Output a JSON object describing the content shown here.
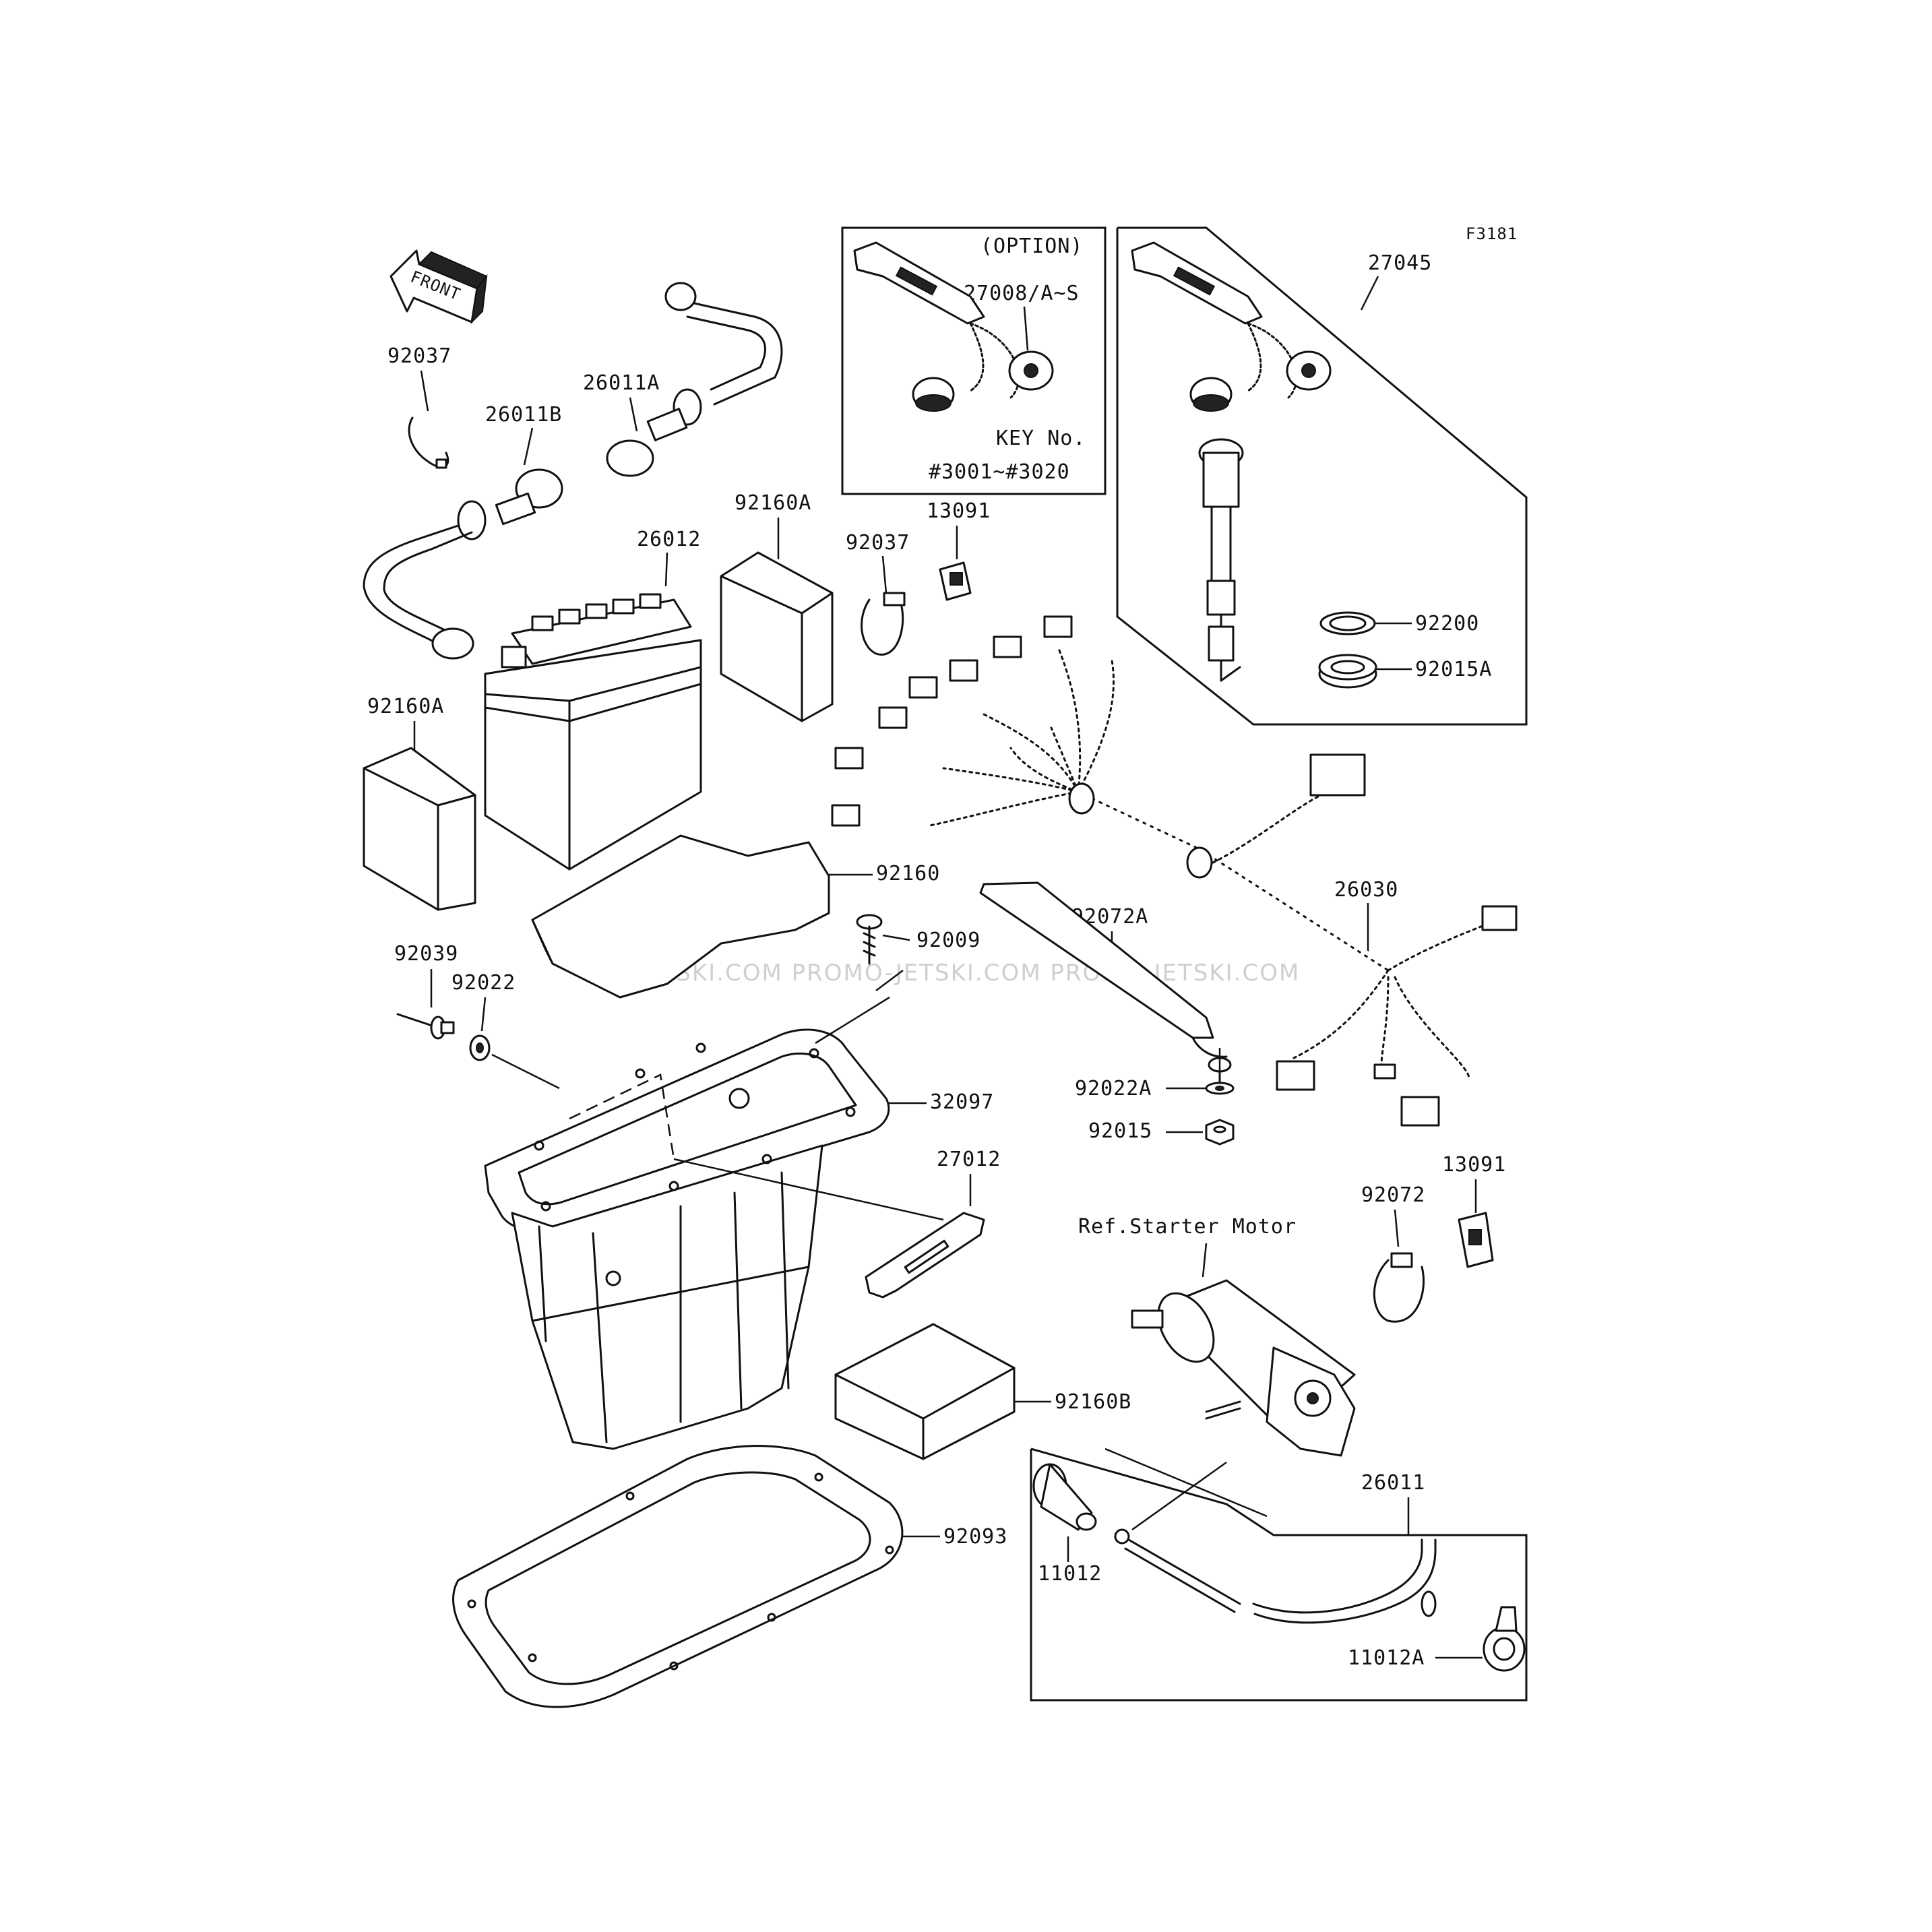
{
  "figure_code": "F3181",
  "front_arrow": "FRONT",
  "option_box": {
    "title": "(OPTION)",
    "part": "27008/A~S",
    "key_line1": "KEY No.",
    "key_line2": "#3001~#3020"
  },
  "labels": {
    "p27045": "27045",
    "p92200": "92200",
    "p92015A": "92015A",
    "p92037_top": "92037",
    "p26011B": "26011B",
    "p26011A": "26011A",
    "p92160A_top": "92160A",
    "p13091_top": "13091",
    "p92037_mid": "92037",
    "p26012": "26012",
    "p92160A_left": "92160A",
    "p92160": "92160",
    "p92072A": "92072A",
    "p26030": "26030",
    "p92009": "92009",
    "p92039": "92039",
    "p92022": "92022",
    "p32097": "32097",
    "p92022A": "92022A",
    "p92015": "92015",
    "p27012": "27012",
    "p13091_right": "13091",
    "p92072": "92072",
    "ref_starter": "Ref.Starter Motor",
    "p92160B": "92160B",
    "p26011": "26011",
    "p92093": "92093",
    "p11012": "11012",
    "p11012A": "11012A"
  },
  "watermark": "JETSKI.COM  PROMO-JETSKI.COM  PROMO-JETSKI.COM"
}
